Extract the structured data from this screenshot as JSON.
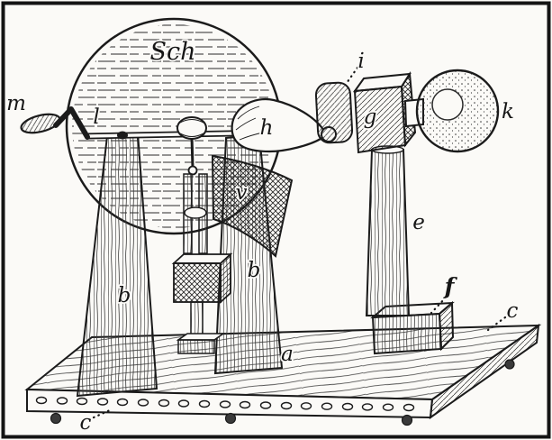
{
  "figure": {
    "labels": {
      "sch": "Sch",
      "m": "m",
      "l": "l",
      "h": "h",
      "i": "i",
      "g": "g",
      "k": "k",
      "e": "e",
      "f": "f",
      "a": "a",
      "b_left": "b",
      "b_right": "b",
      "c_right": "c",
      "c_front": "c",
      "v": "v"
    },
    "colors": {
      "ink": "#161616",
      "paper": "#fbfaf7"
    }
  }
}
